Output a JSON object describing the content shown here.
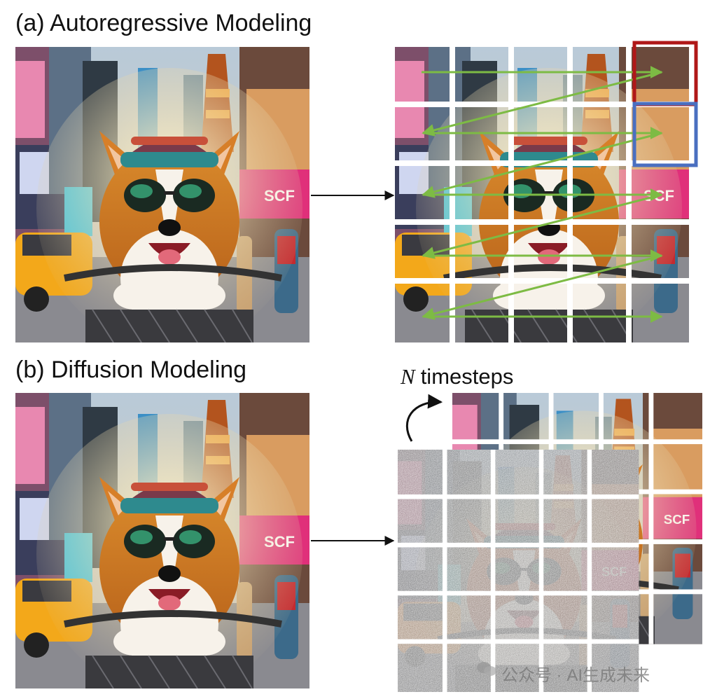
{
  "panel_a": {
    "title": "(a) Autoregressive Modeling"
  },
  "panel_b": {
    "title": "(b) Diffusion Modeling",
    "steps_variable": "N",
    "steps_label": "timesteps"
  },
  "watermark": {
    "text": "公众号 · AI生成未来"
  },
  "colors": {
    "scan_arrow": "#7dbb44",
    "current_token_box": "#b01818",
    "next_token_box": "#4a6fc0",
    "flow_arrow": "#111111",
    "grid_gap": "#ffffff"
  },
  "image": {
    "subject": "corgi wearing sunglasses and knit hat in bicycle basket on a city street",
    "icons": [
      "corgi-image",
      "noisy-patch-grid",
      "loop-arrow-icon"
    ]
  }
}
